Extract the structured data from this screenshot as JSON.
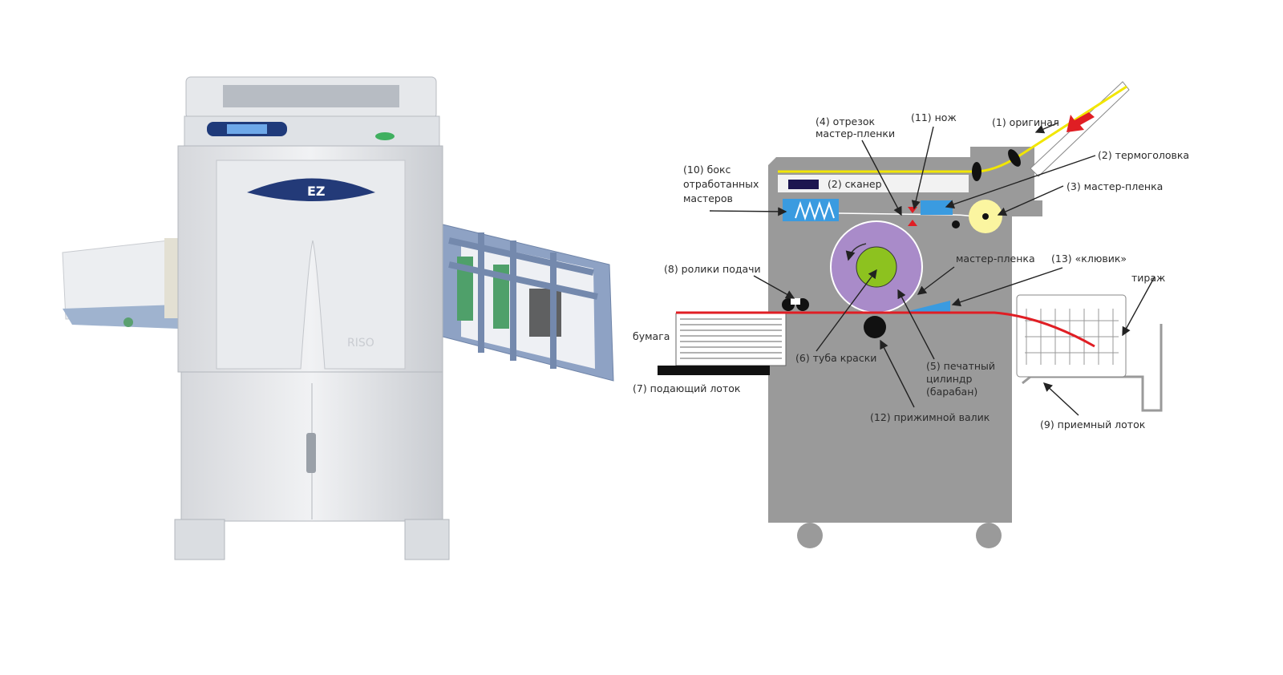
{
  "photo": {
    "logo_brand": "RISO",
    "logo_model": "EZ"
  },
  "diagram": {
    "labels": {
      "original": "(1) оригинал",
      "thermal_head": "(2) термоголовка",
      "master_film_roll": "(3) мастер-пленка",
      "master_cut_1": "(4) отрезок",
      "master_cut_2": "мастер-пленки",
      "knife": "(11) нож",
      "waste_box_1": "(10) бокс",
      "waste_box_2": "отработанных",
      "waste_box_3": "мастеров",
      "scanner": "(2) сканер",
      "feed_rollers": "(8) ролики подачи",
      "master_film": "мастер-пленка",
      "beak": "(13) «клювик»",
      "print_run": "тираж",
      "paper": "бумага",
      "ink_tube": "(6) туба краски",
      "drum_1": "(5) печатный",
      "drum_2": "цилиндр",
      "drum_3": "(барабан)",
      "feed_tray": "(7) подающий лоток",
      "press_roller": "(12) прижимной валик",
      "receiving_tray": "(9) приемный лоток"
    },
    "colors": {
      "body": "#9a9a9a",
      "drum": "#a98bc9",
      "ink": "#8dc21f",
      "paper_path": "#e01e24",
      "original_path": "#f2e600",
      "blue_parts": "#3a9be0",
      "master_roll": "#fbf5a0"
    }
  }
}
